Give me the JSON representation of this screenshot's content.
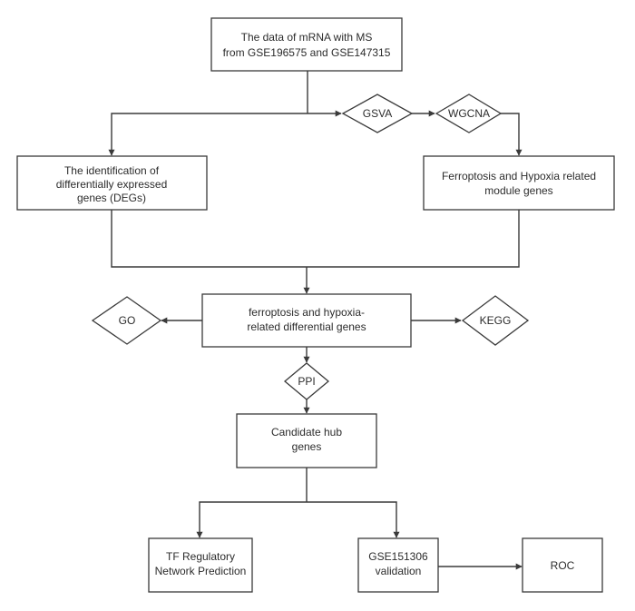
{
  "nodes": {
    "source_data": {
      "lines": [
        "The data of mRNA with MS",
        "from GSE196575 and GSE147315"
      ]
    },
    "gsva": {
      "lines": [
        "GSVA"
      ]
    },
    "wgcna": {
      "lines": [
        "WGCNA"
      ]
    },
    "degs": {
      "lines": [
        "The identification of",
        "differentially expressed",
        "genes (DEGs)"
      ]
    },
    "module_genes": {
      "lines": [
        "Ferroptosis and Hypoxia related",
        "module genes"
      ]
    },
    "diff_genes": {
      "lines": [
        "ferroptosis and hypoxia-",
        "related differential genes"
      ]
    },
    "go": {
      "lines": [
        "GO"
      ]
    },
    "kegg": {
      "lines": [
        "KEGG"
      ]
    },
    "ppi": {
      "lines": [
        "PPI"
      ]
    },
    "hub_genes": {
      "lines": [
        "Candidate hub",
        "genes"
      ]
    },
    "tf_network": {
      "lines": [
        "TF Regulatory",
        "Network Prediction"
      ]
    },
    "gse151306": {
      "lines": [
        "GSE151306",
        "validation"
      ]
    },
    "roc": {
      "lines": [
        "ROC"
      ]
    }
  },
  "colors": {
    "stroke": "#3a3a3a",
    "text": "#2c2c2c",
    "fill": "#ffffff"
  }
}
